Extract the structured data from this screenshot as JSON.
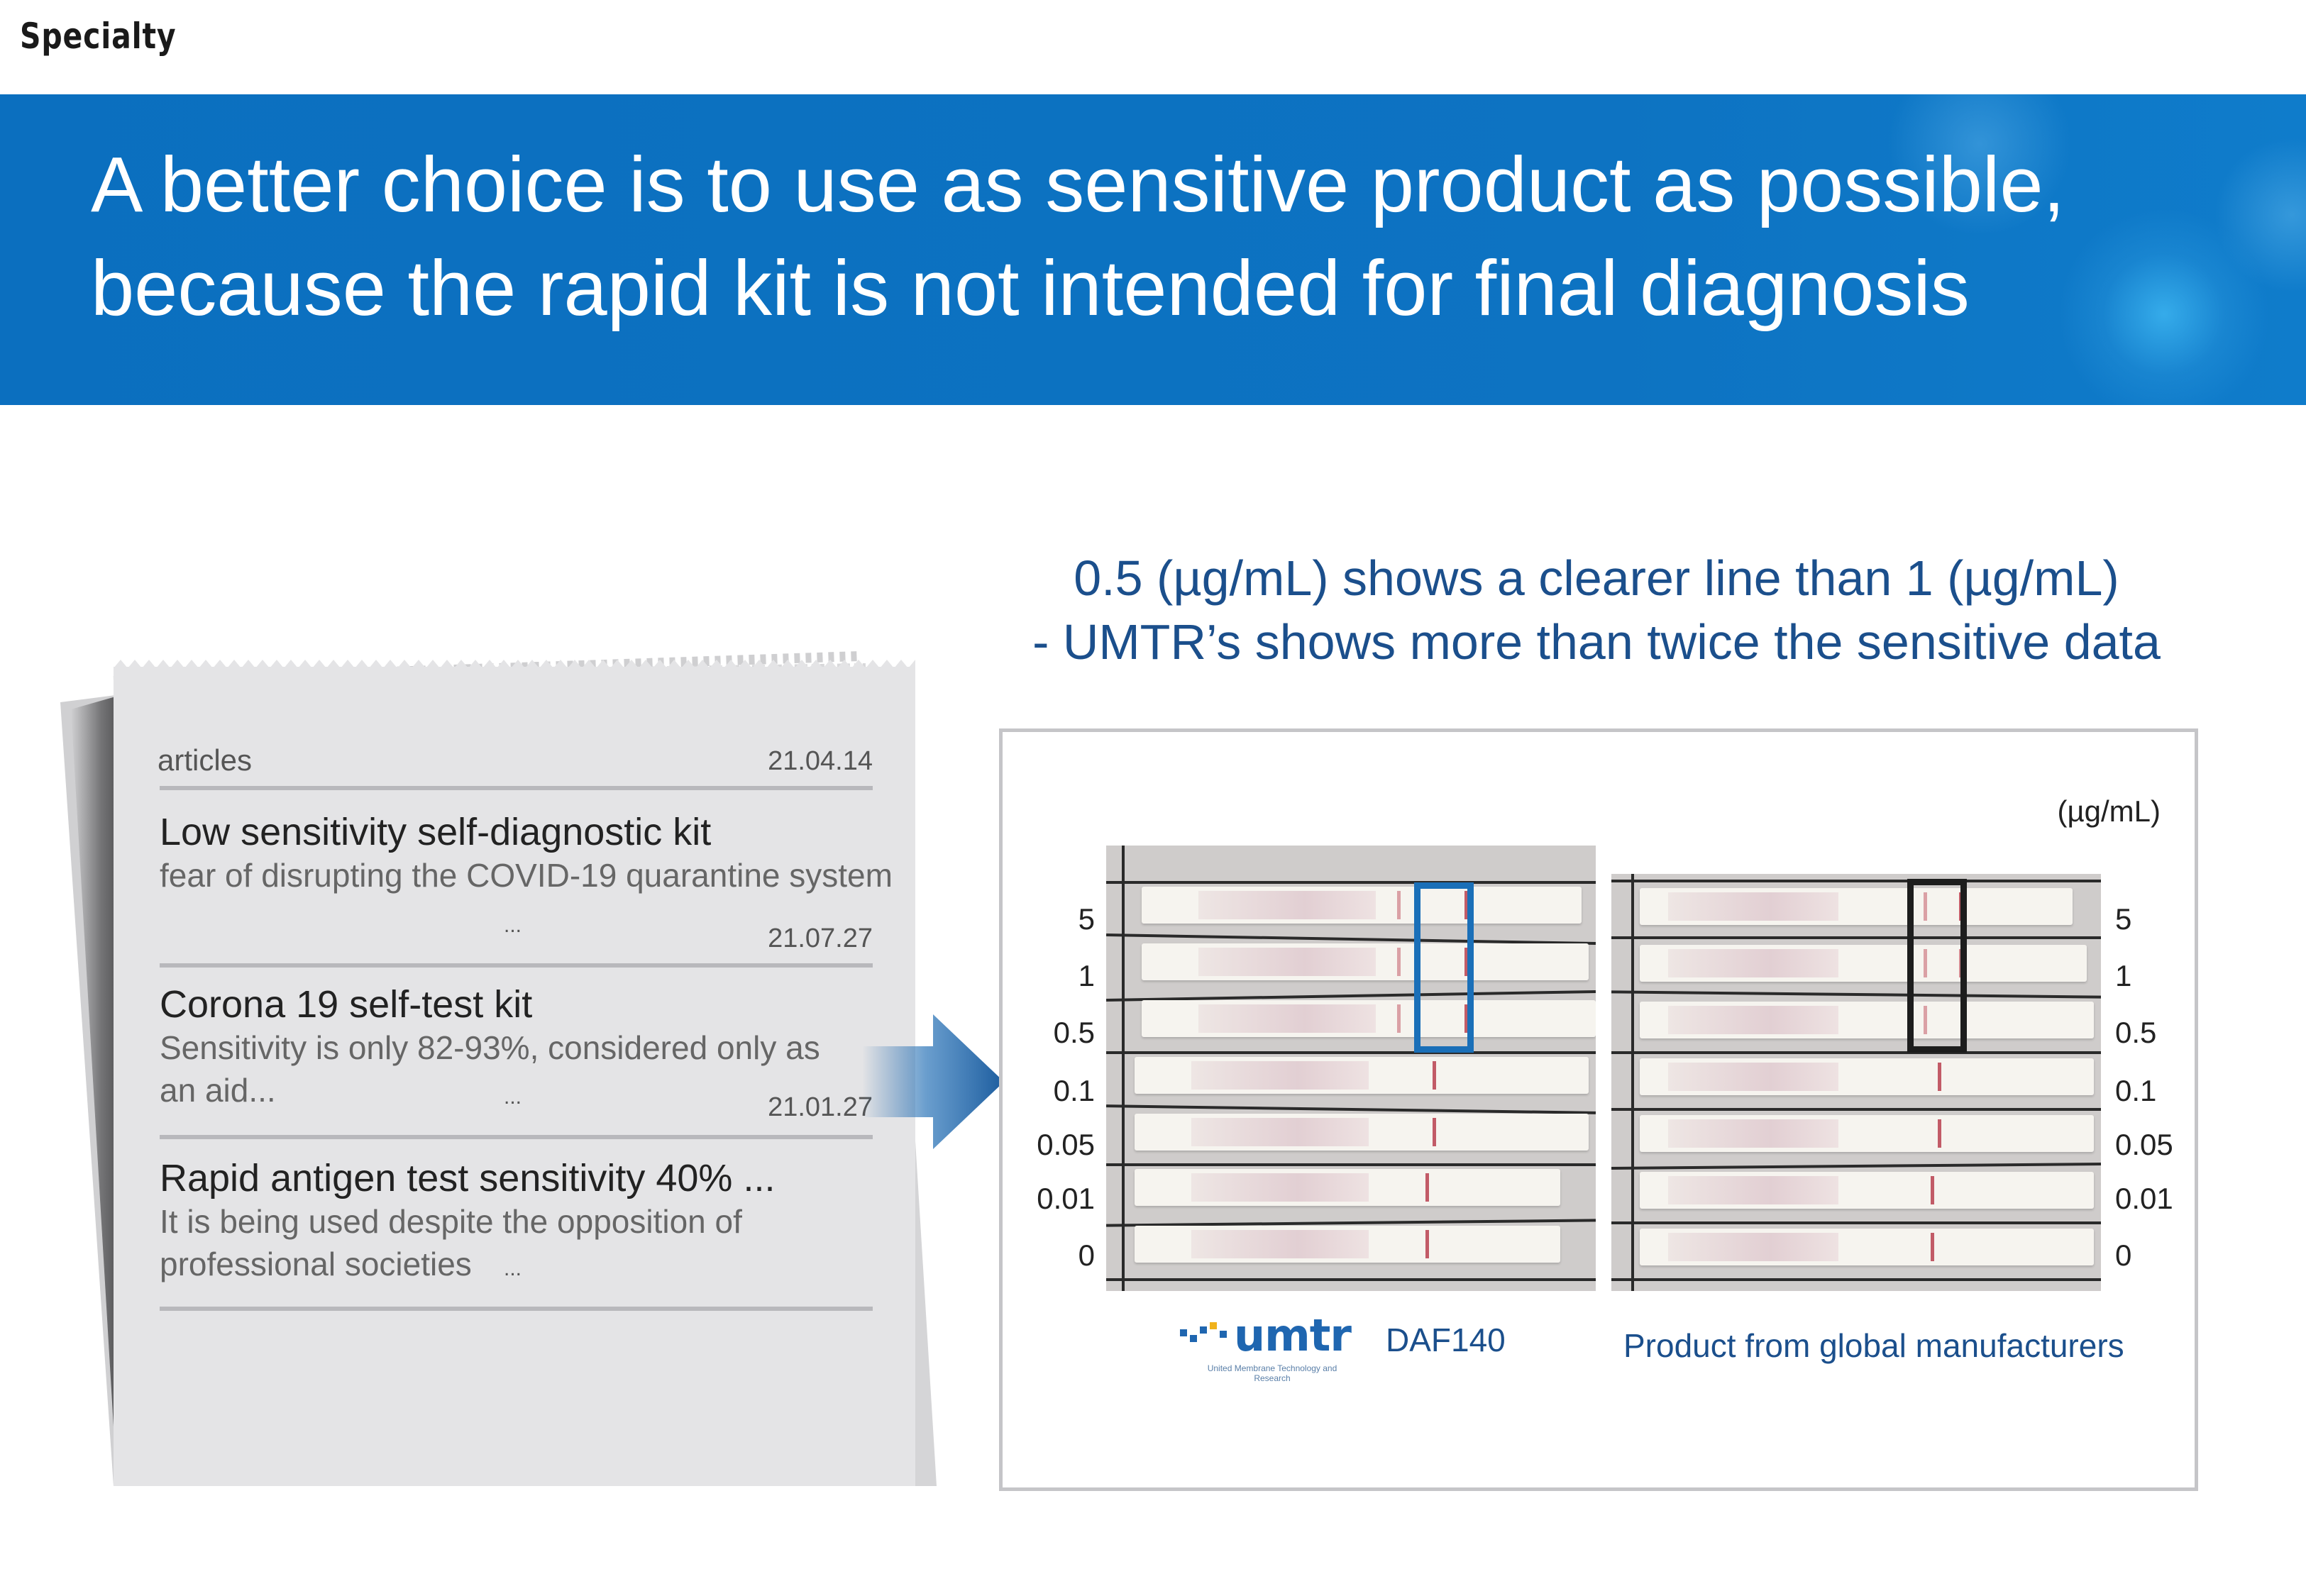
{
  "header": {
    "section": "Specialty",
    "headline_line1": "A better choice is to use as sensitive product as possible,",
    "headline_line2": "because the rapid kit is not intended for final diagnosis"
  },
  "subtitle": {
    "line1": "0.5 (µg/mL) shows a clearer line than 1 (µg/mL)",
    "line2": "- UMTR’s shows more than twice the sensitive data"
  },
  "articles": {
    "heading": "articles",
    "items": [
      {
        "date": "21.04.14",
        "title": "Low sensitivity self-diagnostic kit",
        "desc": "fear of disrupting the COVID-19 quarantine system",
        "ellipsis": "..."
      },
      {
        "date": "21.07.27",
        "title": "Corona 19 self-test kit",
        "desc": "Sensitivity is only 82-93%, considered only as an aid...",
        "ellipsis": "..."
      },
      {
        "date": "21.01.27",
        "title": "Rapid antigen test sensitivity 40% ...",
        "desc": "It is being used despite the opposition of professional societies",
        "ellipsis": "..."
      }
    ]
  },
  "results": {
    "unit": "(µg/mL)",
    "concentrations": [
      "5",
      "1",
      "0.5",
      "0.1",
      "0.05",
      "0.01",
      "0"
    ],
    "left_label": "DAF140",
    "right_label": "Product from global manufacturers",
    "logo_text": "umtr",
    "logo_subtext": "United Membrane Technology and Research"
  },
  "colors": {
    "banner": "#0d73c2",
    "accent_text": "#1b4f8c",
    "highlight_umtr": "#1a6fb8",
    "highlight_global": "#1d1d1d",
    "test_line": "#c25b67"
  }
}
